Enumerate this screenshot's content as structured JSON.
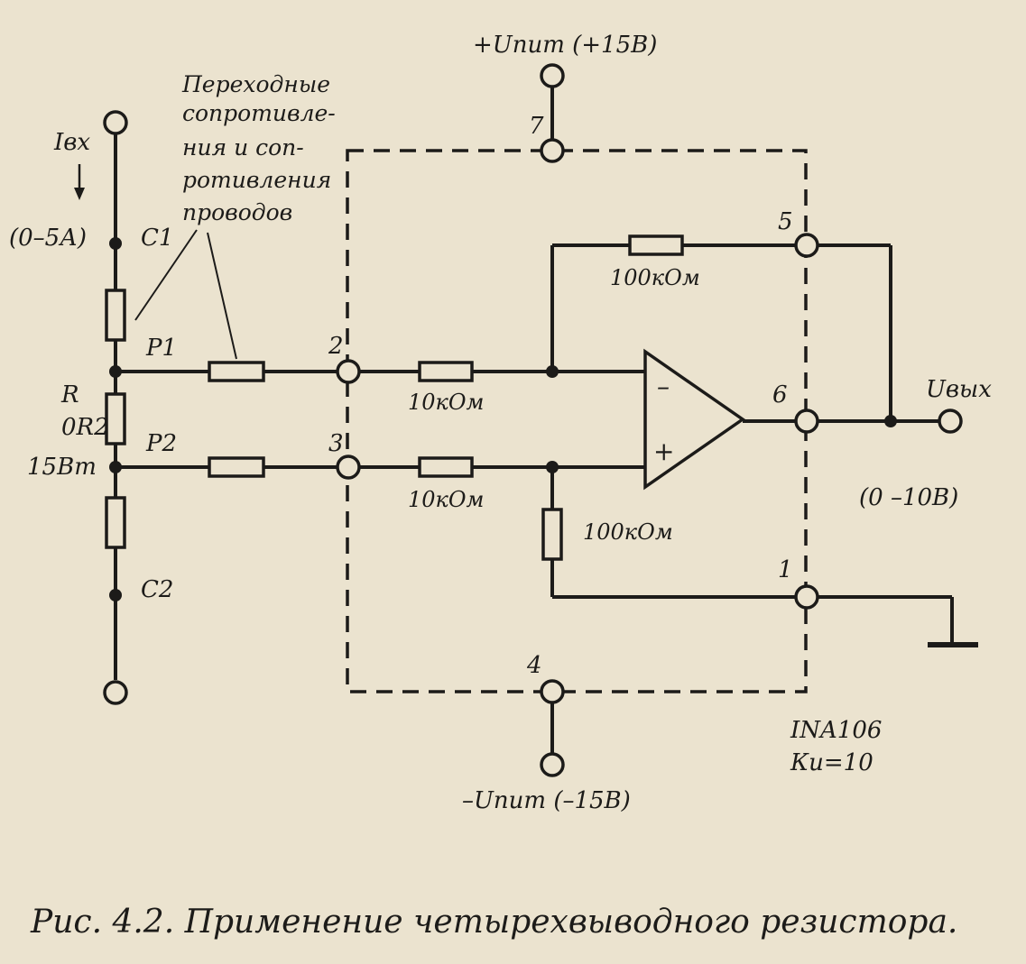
{
  "labels": {
    "iin": "Iвх",
    "range_in": "(0–5А)",
    "c1": "С1",
    "c2": "С2",
    "p1": "Р1",
    "p2": "Р2",
    "r": "R",
    "r_value": "0R2",
    "r_power": "15Вт",
    "note": [
      "Переходные",
      "сопротивле-",
      "ния и соп-",
      "ротивления",
      "проводов"
    ],
    "vplus": "+Uпит  (+15В)",
    "vminus": "–Uпит  (–15В)",
    "pin7": "7",
    "pin5": "5",
    "pin2": "2",
    "pin3": "3",
    "pin6": "6",
    "pin1": "1",
    "pin4": "4",
    "rf_top": "100кОм",
    "rin_top": "10кОм",
    "rin_bot": "10кОм",
    "rf_bot": "100кОм",
    "uout": "Uвых",
    "range_out": "(0  –10В)",
    "chip": "INA106",
    "gain": "Кu=10",
    "minus_sign": "–",
    "plus_sign": "+",
    "arrow": "↓"
  },
  "caption": "Рис.  4.2.  Применение  четырехвыводного  резистора."
}
